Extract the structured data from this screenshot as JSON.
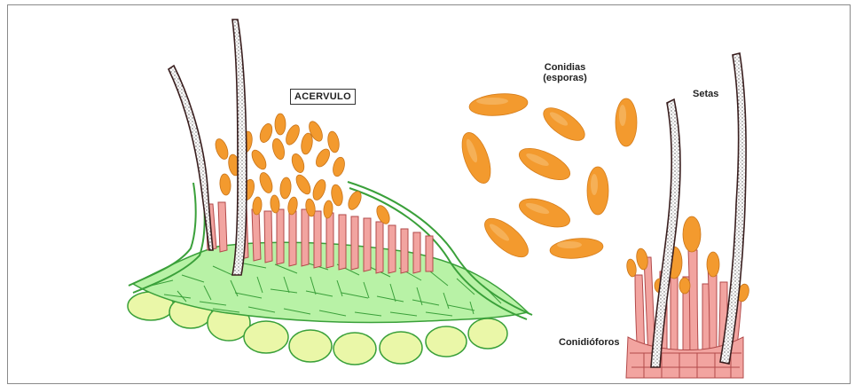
{
  "labels": {
    "acervulo": "ACERVULO",
    "conidias_line1": "Conidias",
    "conidias_line2": "(esporas)",
    "setas": "Setas",
    "conidioforos": "Conidióforos"
  },
  "colors": {
    "conidia_fill": "#f39a2e",
    "conidia_highlight": "#f8c27a",
    "conidiophore_fill": "#f2a4a0",
    "host_tissue_fill": "#b8f2a6",
    "epidermis_fill": "#eaf7a8",
    "cuticle_stroke": "#3aa03a",
    "seta_stroke": "#3a1f1f"
  }
}
